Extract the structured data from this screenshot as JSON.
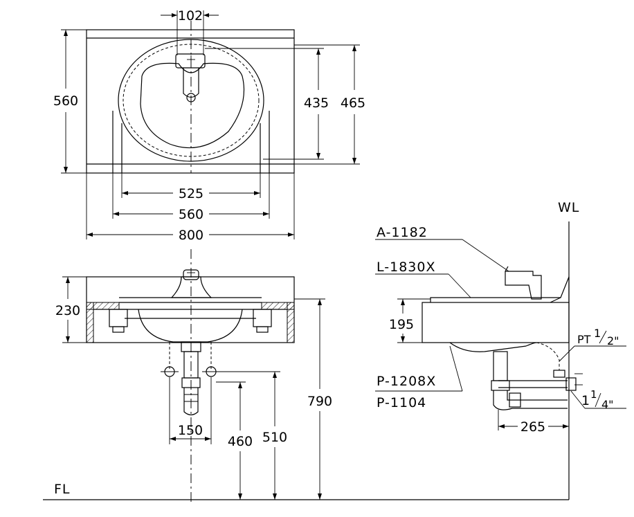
{
  "top_view": {
    "dim_102": "102",
    "dim_560_left": "560",
    "dim_435": "435",
    "dim_465": "465",
    "dim_525": "525",
    "dim_560_bottom": "560",
    "dim_800": "800"
  },
  "front_view": {
    "dim_230": "230",
    "dim_150": "150",
    "dim_460": "460",
    "dim_510": "510",
    "dim_790": "790",
    "floor_label": "FL"
  },
  "side_view": {
    "wall_label": "WL",
    "faucet_model": "A-1182",
    "basin_model": "L-1830X",
    "dim_195": "195",
    "trap_model_1": "P-1208X",
    "trap_model_2": "P-1104",
    "dim_265": "265",
    "supply_pt": "PT",
    "supply_num": "1",
    "supply_den": "2\"",
    "drain_whole": "1",
    "drain_num": "1",
    "drain_den": "4\""
  }
}
